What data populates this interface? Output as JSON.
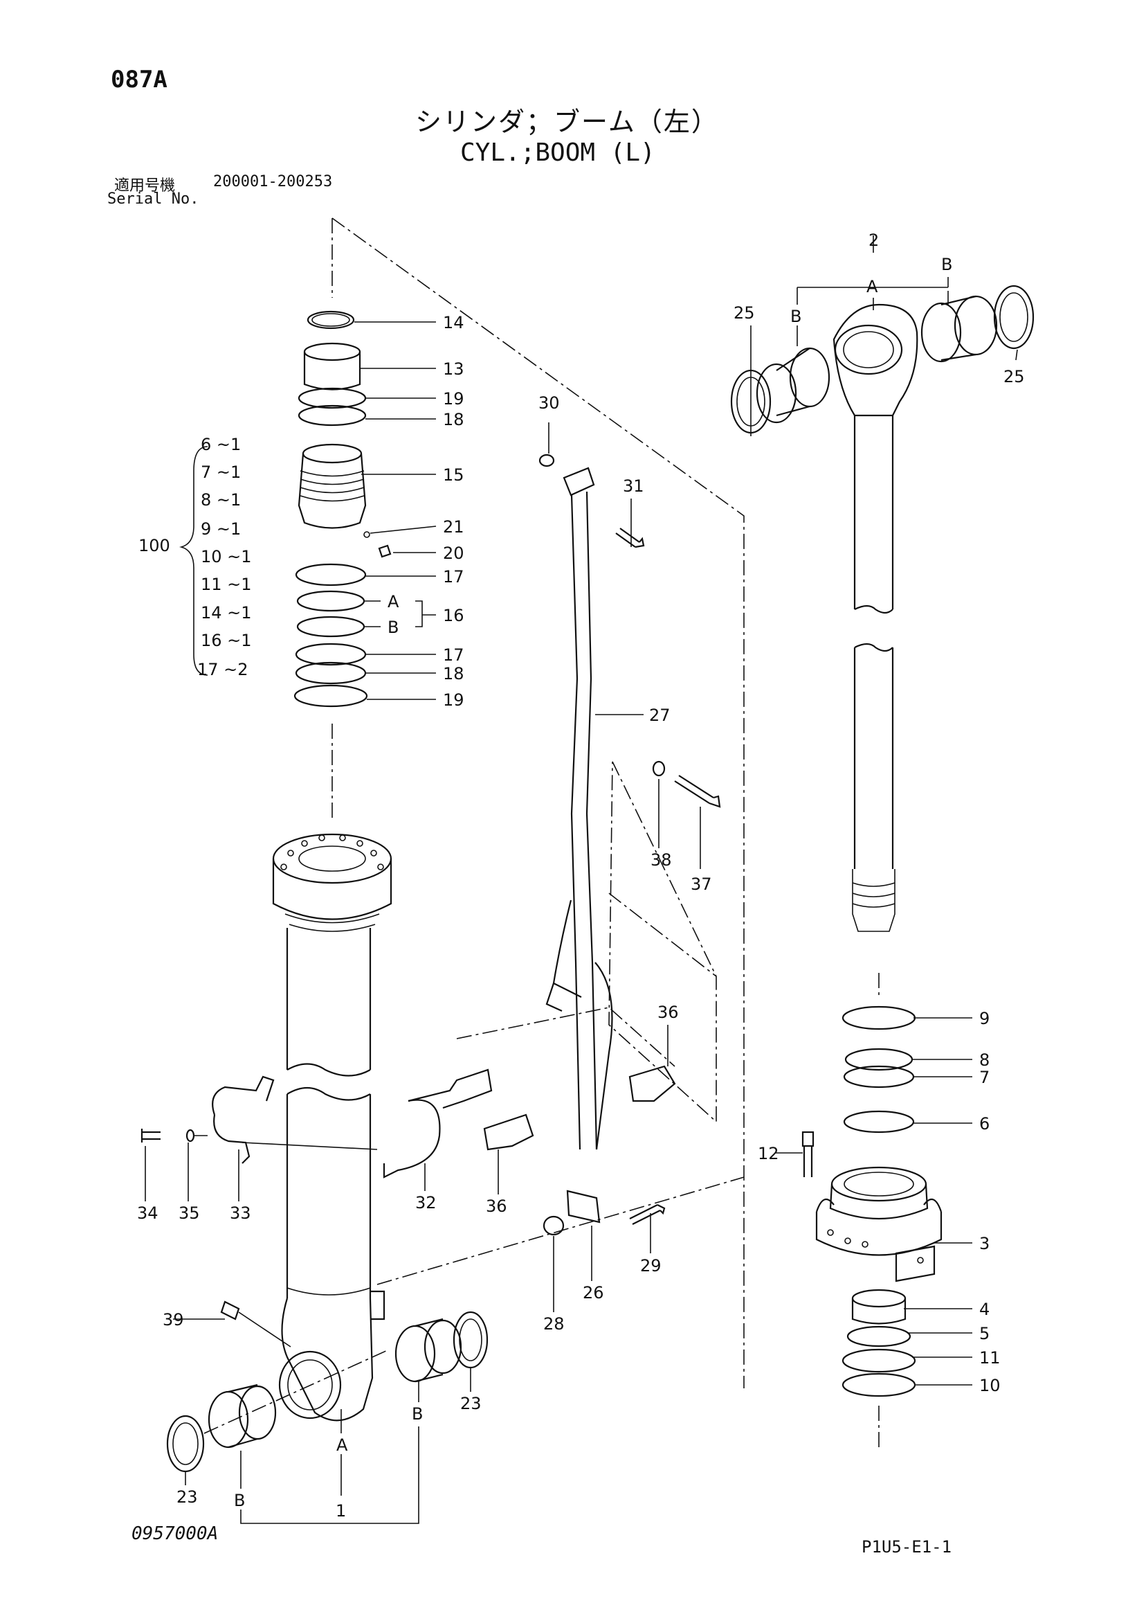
{
  "header": {
    "page_code": "087A",
    "title_jp": "シリンダ；ブーム（左）",
    "title_en": "CYL.;BOOM (L)",
    "serial_label_jp": "適用号機",
    "serial_range": "200001-200253",
    "serial_label_en": "Serial No."
  },
  "footer": {
    "drawing_number": "0957000A",
    "page_ref": "P1U5-E1-1"
  },
  "kit": {
    "number": "100",
    "items": [
      {
        "label": "6 ~1"
      },
      {
        "label": "7 ~1"
      },
      {
        "label": "8 ~1"
      },
      {
        "label": "9 ~1"
      },
      {
        "label": "10 ~1"
      },
      {
        "label": "11 ~1"
      },
      {
        "label": "14 ~1"
      },
      {
        "label": "16 ~1"
      },
      {
        "label": "17 ~2"
      }
    ]
  },
  "callouts": {
    "c1": "1",
    "c2": "2",
    "c3": "3",
    "c4": "4",
    "c5": "5",
    "c6": "6",
    "c7": "7",
    "c8": "8",
    "c9": "9",
    "c10": "10",
    "c11": "11",
    "c12": "12",
    "c13": "13",
    "c14": "14",
    "c15": "15",
    "c16": "16",
    "c17a": "17",
    "c17b": "17",
    "c18a": "18",
    "c18b": "18",
    "c19a": "19",
    "c19b": "19",
    "c20": "20",
    "c21": "21",
    "c23a": "23",
    "c23b": "23",
    "c25a": "25",
    "c25b": "25",
    "c26": "26",
    "c27": "27",
    "c28": "28",
    "c29": "29",
    "c30": "30",
    "c31": "31",
    "c32": "32",
    "c33": "33",
    "c34": "34",
    "c35": "35",
    "c36a": "36",
    "c36b": "36",
    "c37": "37",
    "c38": "38",
    "c39": "39",
    "lA1": "A",
    "lB1": "B",
    "lB2": "B",
    "lA2": "A",
    "lB3": "B",
    "lB4": "B",
    "lA16": "A",
    "lB16": "B"
  }
}
